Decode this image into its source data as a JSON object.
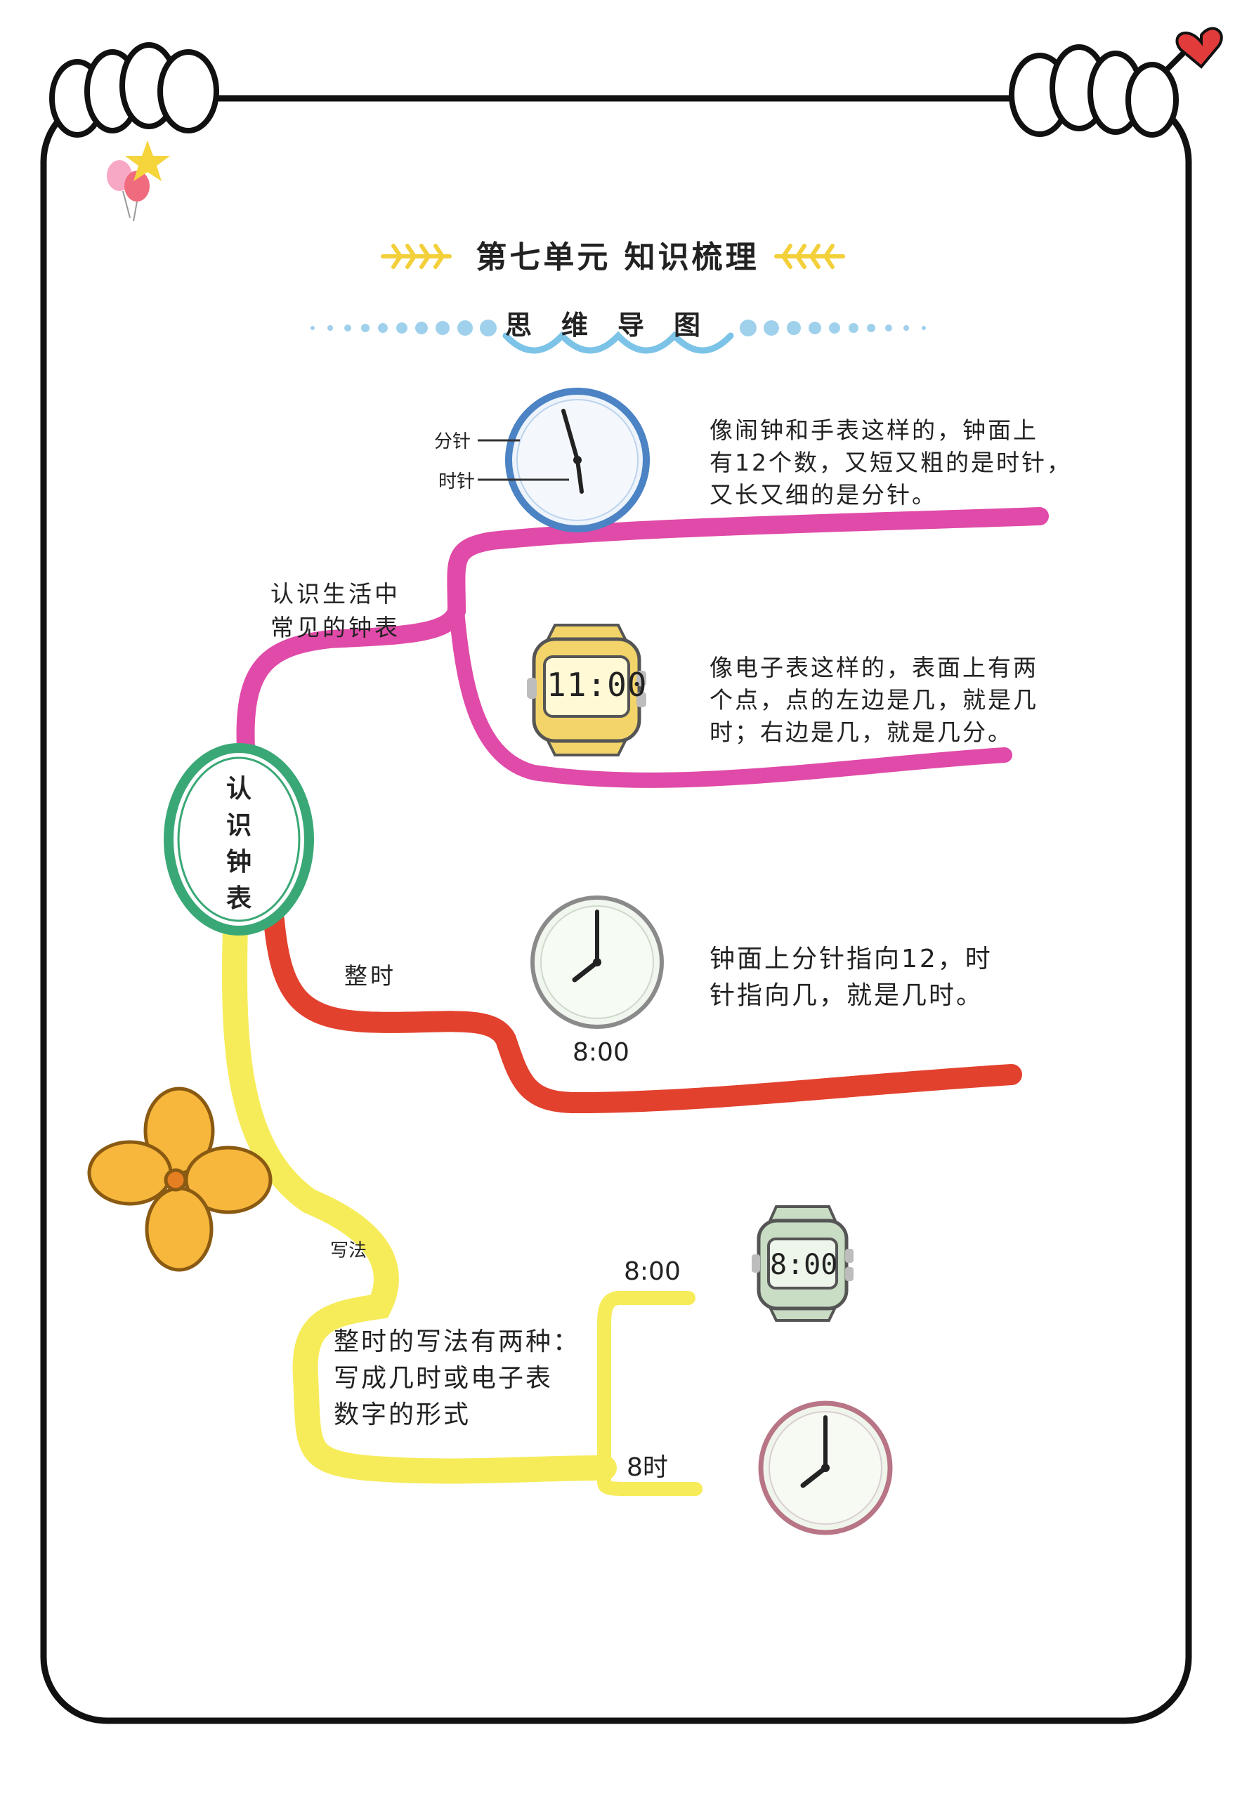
{
  "title": "第七单元   知识梳理",
  "subtitle": "思维导图",
  "center": {
    "label": "认\n识\n钟\n表"
  },
  "branch_clock": {
    "label": "认识生活中\n常见的钟表",
    "minute_hand_label": "分针",
    "hour_hand_label": "时针",
    "analog_desc": "像闹钟和手表这样的，钟面上\n有12个数，又短又粗的是时针，\n又长又细的是分针。",
    "digital_time": "11:00",
    "digital_desc": "像电子表这样的，表面上有两\n个点，点的左边是几，就是几\n时；右边是几，就是几分。"
  },
  "branch_hour": {
    "label": "整时",
    "clock_time": "8:00",
    "desc": "钟面上分针指向12，时\n针指向几，就是几时。"
  },
  "branch_write": {
    "label": "写法",
    "desc": "整时的写法有两种：\n写成几时或电子表\n数字的形式",
    "digital_label": "8:00",
    "digital_time": "8:00",
    "word_label": "8时"
  },
  "colors": {
    "frame": "#111111",
    "pink_branch": "#e04aa8",
    "red_branch": "#e2412e",
    "yellow_branch": "#f6ec5a",
    "center_ring": "#3aa876",
    "watch_yellow": "#f3d46a",
    "watch_green": "#c9dcc4",
    "flower": "#f6b73c"
  },
  "icons": [
    "balloons-icon",
    "star-icon",
    "heart-icon",
    "flower-icon",
    "wheat-ornament-icon",
    "wave-ornament-icon"
  ]
}
